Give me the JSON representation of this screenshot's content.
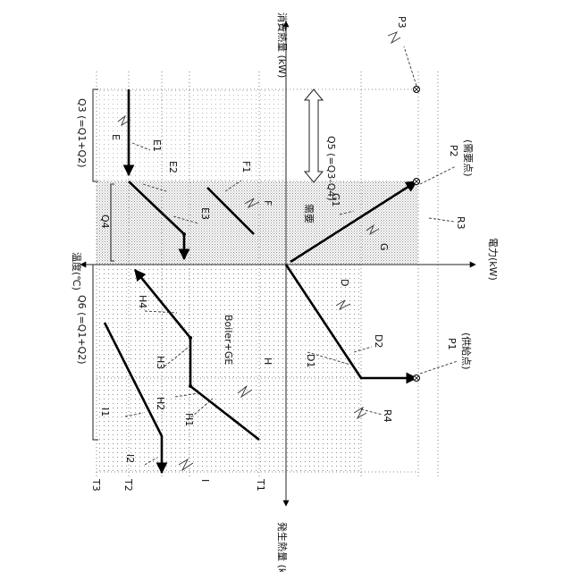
{
  "labels": {
    "axis_top": "消費熱量\n(kW)",
    "axis_bottom": "発生熱量\n(kW)",
    "axis_right": "電力(kW)",
    "axis_left": "温度(℃)",
    "q3": "Q3 (=Q1+Q2)",
    "q4": "Q4",
    "q5": "Q5 (=Q3-Q4)",
    "q6": "Q6 (=Q1+Q2)",
    "demand_region": "需要",
    "boiler_ge": "Boiler+GE",
    "p1": "P1",
    "p1_note": "(供給点)",
    "p2": "P2",
    "p2_note": "(需要点)",
    "p3": "P3",
    "r3": "R3",
    "r4": "R4",
    "e": "E",
    "e1": "E1",
    "e2": "E2",
    "e3": "E3",
    "f": "F",
    "f1": "F1",
    "g": "G",
    "g1": "G1",
    "d": "D",
    "d1": "D1",
    "d2": "D2",
    "h": "H",
    "h1": "H1",
    "h2": "H2",
    "h3": "H3",
    "h4": "H4",
    "i": "I",
    "i1": "I1",
    "i2": "I2",
    "t1": "T1",
    "t2": "T2",
    "t3": "T3"
  },
  "colors": {
    "line": "#000000",
    "stipple": "#b5b5b5",
    "background": "#ffffff"
  }
}
